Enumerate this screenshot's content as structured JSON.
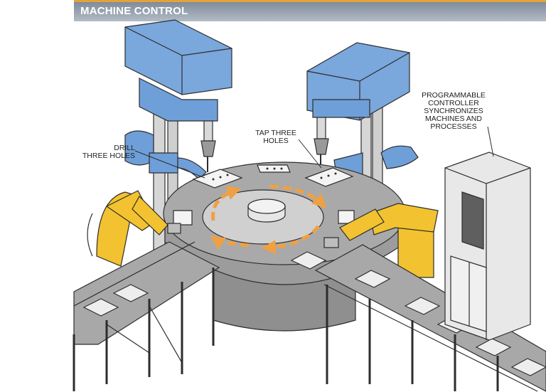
{
  "header": {
    "title": "MACHINE CONTROL"
  },
  "callouts": {
    "drill": [
      "DRILL",
      "THREE HOLES"
    ],
    "tap": [
      "TAP THREE",
      "HOLES"
    ],
    "controller": [
      "PROGRAMMABLE",
      "CONTROLLER",
      "SYNCHRONIZES",
      "MACHINES AND",
      "PROCESSES"
    ]
  },
  "colors": {
    "drill_press": "#6f9fd8",
    "robot_arm": "#f2c230",
    "rotation_arrows": "#f0a042",
    "header_accent": "#e2a23c",
    "structure": "#b9b9b9"
  }
}
